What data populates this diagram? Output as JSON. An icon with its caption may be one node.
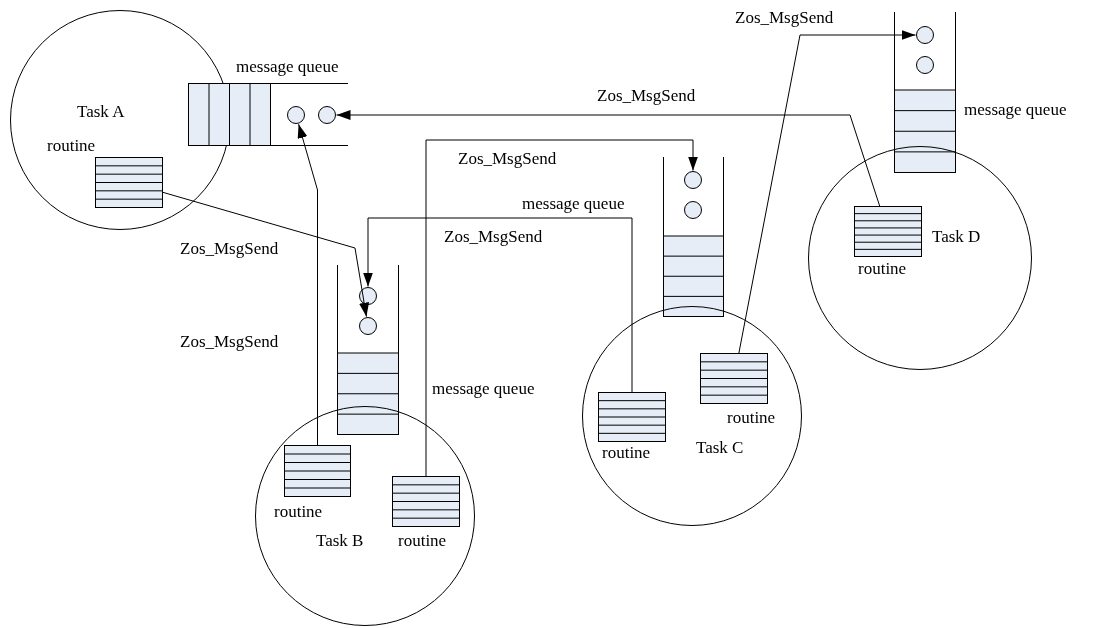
{
  "diagram": {
    "nodes": [
      {
        "text": [
          "Task A"
        ]
      },
      {
        "text": [
          "routine"
        ],
        "in": 0
      },
      {
        "text": [
          "message queue"
        ]
      },
      {
        "text": [],
        "shape": "circle"
      },
      {
        "text": [],
        "shape": "circle"
      },
      {
        "text": [
          "message queue"
        ]
      },
      {
        "text": [],
        "shape": "circle"
      },
      {
        "text": [],
        "shape": "circle"
      },
      {
        "text": [
          "Task D"
        ]
      },
      {
        "text": [
          "routine"
        ],
        "in": 8
      },
      {
        "text": [
          "message queue"
        ]
      },
      {
        "text": [],
        "shape": "circle"
      },
      {
        "text": [],
        "shape": "circle"
      },
      {
        "text": [
          "message queue"
        ]
      },
      {
        "text": [],
        "shape": "circle",
        "in": 13
      },
      {
        "text": [],
        "shape": "circle",
        "in": 13
      },
      {
        "text": [
          "Task C"
        ]
      },
      {
        "text": [
          "routine"
        ],
        "in": 16
      },
      {
        "text": [
          "routine"
        ],
        "in": 16
      },
      {
        "text": [
          "Task B"
        ]
      },
      {
        "text": [
          "routine"
        ],
        "in": 19
      },
      {
        "text": [
          "routine"
        ],
        "in": 19
      }
    ],
    "edges": [
      {
        "from": 1,
        "to": 15,
        "arrow": "to",
        "label": "Zos_MsgSend"
      },
      {
        "from": 20,
        "to": 3,
        "arrow": "to",
        "label": "Zos_MsgSend"
      },
      {
        "from": 21,
        "to": 11,
        "arrow": "to",
        "label": "Zos_MsgSend"
      },
      {
        "from": 17,
        "to": 14,
        "arrow": "to",
        "label": "Zos_MsgSend"
      },
      {
        "from": 18,
        "to": 6,
        "arrow": "to",
        "label": "Zos_MsgSend"
      },
      {
        "from": 9,
        "to": 4,
        "arrow": "to",
        "label": "Zos_MsgSend"
      }
    ]
  }
}
